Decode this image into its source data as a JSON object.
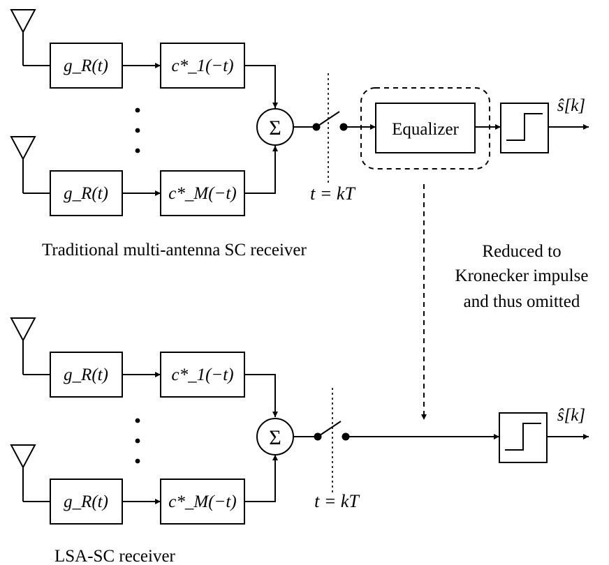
{
  "top": {
    "gR_upper": "g_R(t)",
    "gR_lower": "g_R(t)",
    "c_upper": "c*_1(−t)",
    "c_lower": "c*_M(−t)",
    "sum_symbol": "Σ",
    "sample_label": "t = kT",
    "equalizer_label": "Equalizer",
    "output_label": "ŝ[k]",
    "caption": "Traditional multi-antenna SC receiver"
  },
  "annotation": {
    "line1": "Reduced to",
    "line2": "Kronecker impulse",
    "line3": "and thus omitted"
  },
  "bottom": {
    "gR_upper": "g_R(t)",
    "gR_lower": "g_R(t)",
    "c_upper": "c*_1(−t)",
    "c_lower": "c*_M(−t)",
    "sum_symbol": "Σ",
    "sample_label": "t = kT",
    "output_label": "ŝ[k]",
    "caption": "LSA-SC receiver"
  }
}
